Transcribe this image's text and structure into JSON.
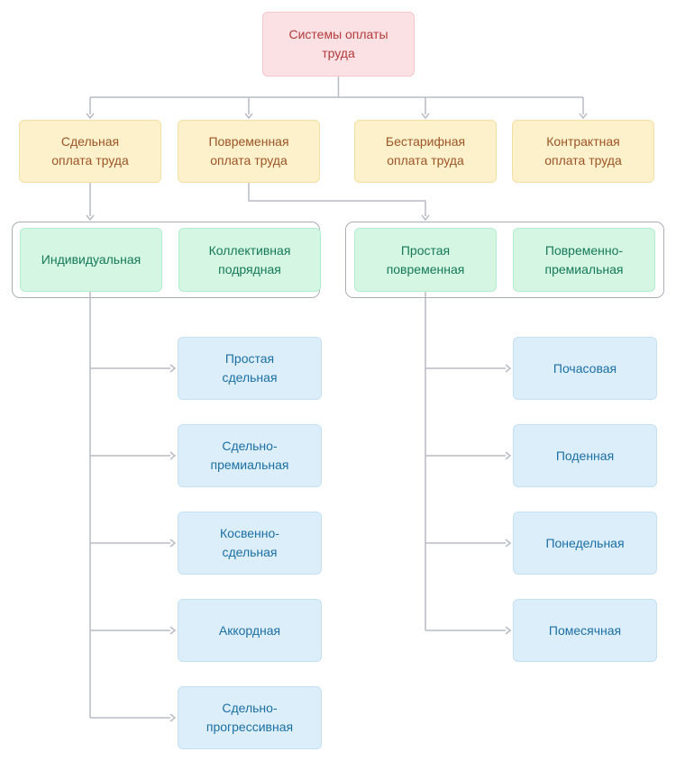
{
  "diagram": {
    "title": "Системы оплаты труда",
    "colors": {
      "root_fill": "#fce1e4",
      "root_text": "#b23b3b",
      "level2_fill": "#fcf1cb",
      "level2_text": "#9d5426",
      "level3_fill": "#d4f6e2",
      "level3_text": "#15795a",
      "level4_fill": "#dceefa",
      "level4_text": "#1b6fa5",
      "connector_line": "#b7bbc3",
      "group_border": "#a9aeb6"
    },
    "root": {
      "label": "Системы оплаты\nтруда"
    },
    "level2": [
      {
        "label": "Сдельная\nоплата труда"
      },
      {
        "label": "Повременная\nоплата труда"
      },
      {
        "label": "Бестарифная\nоплата труда"
      },
      {
        "label": "Контрактная\nоплата труда"
      }
    ],
    "groups": [
      {
        "nodes": [
          {
            "label": "Индивидуальная"
          },
          {
            "label": "Коллективная\nподрядная"
          }
        ]
      },
      {
        "nodes": [
          {
            "label": "Простая\nповременная"
          },
          {
            "label": "Повременно-\nпремиальная"
          }
        ]
      }
    ],
    "level4_left": [
      {
        "label": "Простая\nсдельная"
      },
      {
        "label": "Сдельно-\nпремиальная"
      },
      {
        "label": "Косвенно-\nсдельная"
      },
      {
        "label": "Аккордная"
      },
      {
        "label": "Сдельно-\nпрогрессивная"
      }
    ],
    "level4_right": [
      {
        "label": "Почасовая"
      },
      {
        "label": "Поденная"
      },
      {
        "label": "Понедельная"
      },
      {
        "label": "Помесячная"
      }
    ]
  }
}
